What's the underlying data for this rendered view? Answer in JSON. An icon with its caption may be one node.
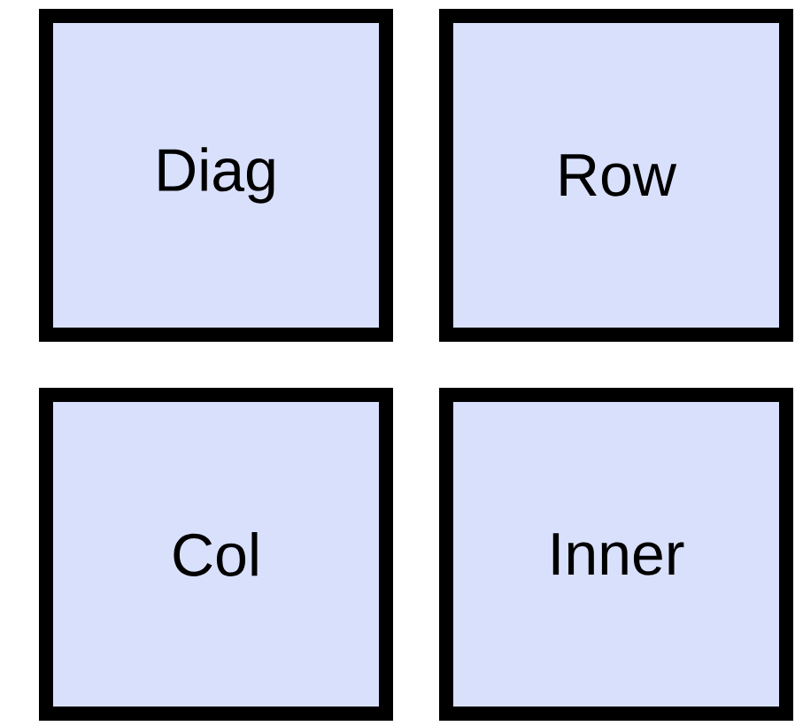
{
  "diagram": {
    "nodes": [
      {
        "text": [
          "Diag"
        ]
      },
      {
        "text": [
          "Row"
        ]
      },
      {
        "text": [
          "Col"
        ]
      },
      {
        "text": [
          "Inner"
        ]
      }
    ]
  }
}
